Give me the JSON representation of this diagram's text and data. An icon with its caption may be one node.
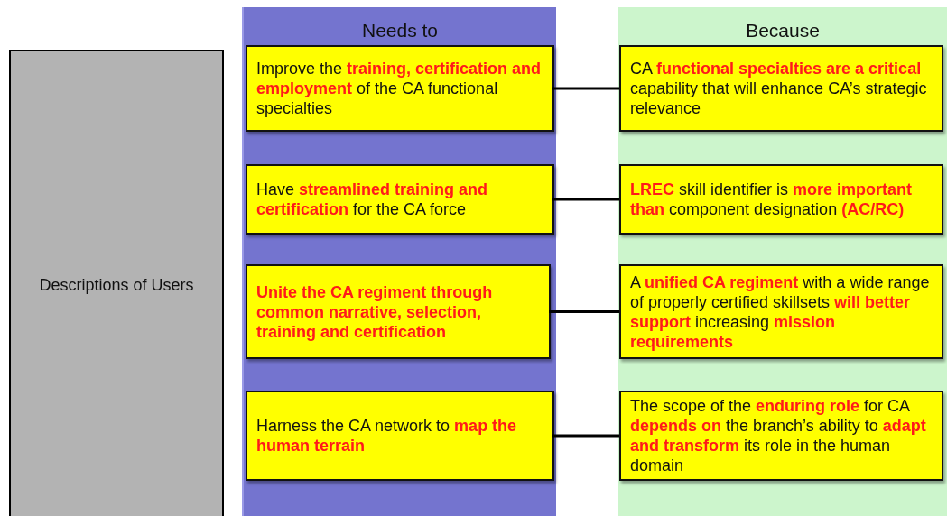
{
  "diagram": {
    "nodes": [
      {
        "text": [
          "Descriptions of Users"
        ]
      },
      {
        "text": [
          "Needs to"
        ]
      },
      {
        "text": [
          "Improve the **training, certification and employment** of the CA functional specialties"
        ],
        "in": 1
      },
      {
        "text": [
          "Have **streamlined training and certification** for the CA force"
        ],
        "in": 1
      },
      {
        "text": [
          "**Unite the CA regiment through common narrative, selection, training and certification**"
        ],
        "in": 1
      },
      {
        "text": [
          "Harness the CA network to **map the human terrain**"
        ],
        "in": 1
      },
      {
        "text": [
          "Because"
        ]
      },
      {
        "text": [
          "CA **functional specialties are a critical** capability that will enhance CA’s strategic relevance"
        ],
        "in": 6
      },
      {
        "text": [
          "**LREC** skill identifier is **more important than** component designation **(AC/RC)**"
        ],
        "in": 6
      },
      {
        "text": [
          "A **unified CA regiment** with a wide range of properly certified skillsets **will better support** increasing **mission requirements**"
        ],
        "in": 6
      },
      {
        "text": [
          "The scope of the **enduring role** for CA **depends on** the branch’s ability to **adapt and transform** its role in the human domain"
        ],
        "in": 6
      }
    ],
    "edges": [
      {
        "from": 2,
        "to": 7,
        "arrow": "none"
      },
      {
        "from": 3,
        "to": 8,
        "arrow": "none"
      },
      {
        "from": 4,
        "to": 9,
        "arrow": "none"
      },
      {
        "from": 5,
        "to": 10,
        "arrow": "none"
      }
    ]
  }
}
